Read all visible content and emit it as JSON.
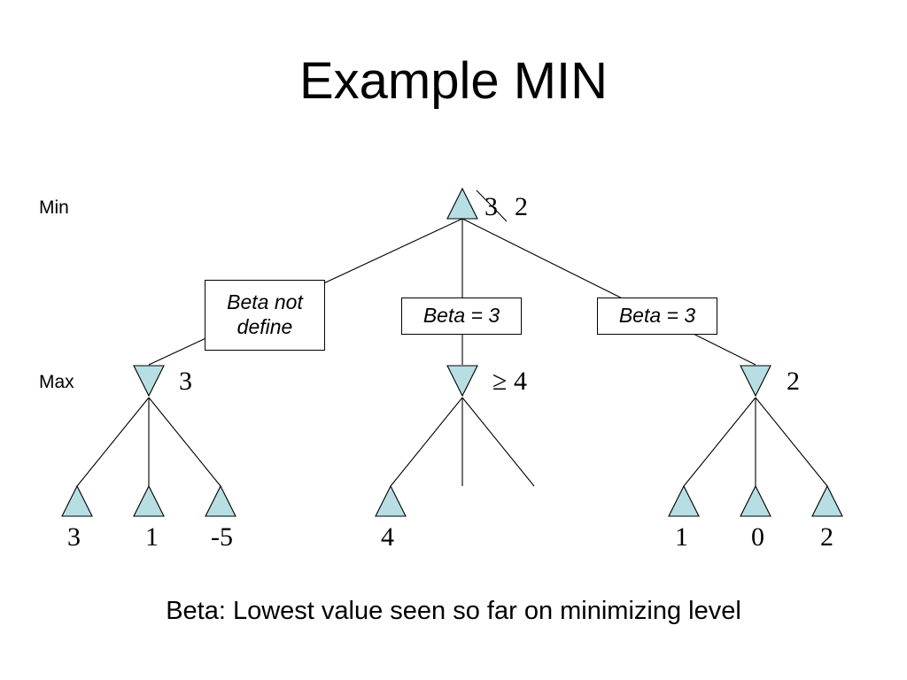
{
  "title": "Example MIN",
  "levels": {
    "min": "Min",
    "max": "Max"
  },
  "root": {
    "old_value": "3",
    "new_value": "2"
  },
  "beta_boxes": [
    "Beta not define",
    "Beta = 3",
    "Beta = 3"
  ],
  "max_values": [
    "3",
    "≥ 4",
    "2"
  ],
  "leaf_values": [
    "3",
    "1",
    "-5",
    "4",
    "1",
    "0",
    "2"
  ],
  "caption": "Beta: Lowest value seen so far on minimizing level",
  "colors": {
    "node_fill": "#b7dfe3",
    "line": "#000000"
  }
}
